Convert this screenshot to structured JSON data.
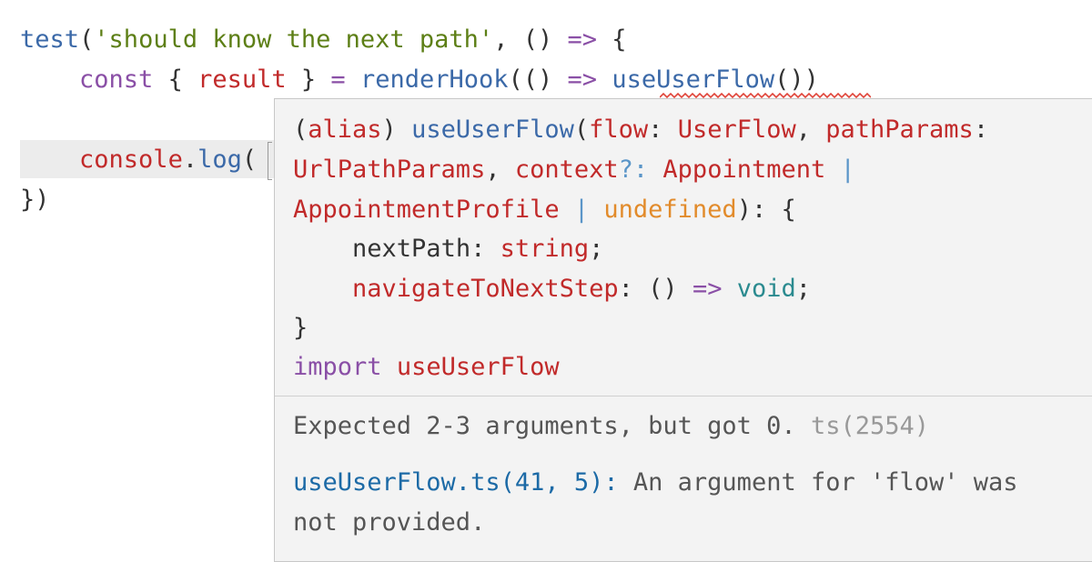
{
  "editor": {
    "line1": {
      "fn": "test",
      "open": "(",
      "str": "'should know the next path'",
      "comma": ", ",
      "args": "() ",
      "arrow": "=>",
      "brace": " {"
    },
    "line2": {
      "indent": "    ",
      "kw": "const",
      "lb": " { ",
      "var": "result",
      "rb": " } ",
      "eq": "=",
      "sp": " ",
      "fn": "renderHook",
      "open": "(() ",
      "arrow": "=>",
      "sp2": " ",
      "call": "useUserFlow",
      "close": "())"
    },
    "line4": {
      "indent": "    ",
      "obj": "console",
      "dot": ".",
      "fn": "log",
      "open": "("
    },
    "line5": {
      "text": "})"
    }
  },
  "hover": {
    "sig1": {
      "open": "(",
      "alias": "alias",
      "close": ") ",
      "name": "useUserFlow",
      "p": "(",
      "param1": "flow",
      "colon1": ": ",
      "type1": "UserFlow",
      "comma": ", ",
      "param2": "pathParams",
      "colon2": ":"
    },
    "sig2": {
      "type2": "UrlPathParams",
      "comma": ", ",
      "param3": "context",
      "opt": "?: ",
      "type3": "Appointment",
      "pipe": " |"
    },
    "sig3": {
      "type4": "AppointmentProfile",
      "pipe": " | ",
      "undef": "undefined",
      "close": "): {"
    },
    "sig4": {
      "indent": "    ",
      "prop": "nextPath",
      "colon": ": ",
      "type": "string",
      "semi": ";"
    },
    "sig5": {
      "indent": "    ",
      "prop": "navigateToNextStep",
      "colon": ": ",
      "args": "() ",
      "arrow": "=>",
      "sp": " ",
      "type": "void",
      "semi": ";"
    },
    "sig6": {
      "text": "}"
    },
    "sig7": {
      "kw": "import",
      "sp": " ",
      "name": "useUserFlow"
    },
    "error": {
      "message": "Expected 2-3 arguments, but got 0.",
      "code": " ts(2554)"
    },
    "related": {
      "link": "useUserFlow.ts(41, 5)",
      "colon": ":",
      "message": " An argument for 'flow' was",
      "message2": "not provided."
    }
  },
  "colors": {
    "function": "#3b69a8",
    "string": "#5d7f16",
    "keyword": "#8a4fa6",
    "variable": "#c12a2a",
    "type": "#c12a2a",
    "undefined": "#e28b2b",
    "void": "#2a8a8f",
    "link": "#1c6aa6",
    "error_squiggle": "#e0453a"
  }
}
